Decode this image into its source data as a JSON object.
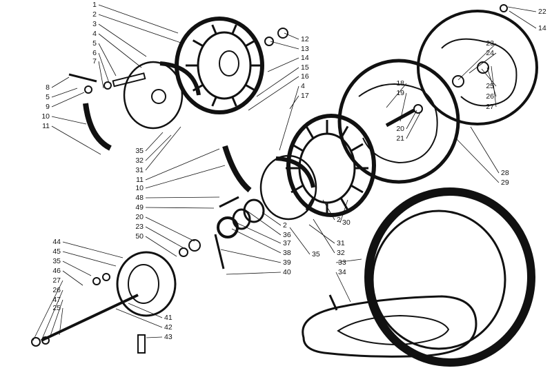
{
  "callouts": [
    {
      "id": "c1",
      "text": "1"
    },
    {
      "id": "c2",
      "text": "2"
    },
    {
      "id": "c3",
      "text": "3"
    },
    {
      "id": "c4",
      "text": "4"
    },
    {
      "id": "c5",
      "text": "5"
    },
    {
      "id": "c6",
      "text": "6"
    },
    {
      "id": "c7",
      "text": "7"
    },
    {
      "id": "c8",
      "text": "8"
    },
    {
      "id": "c5b",
      "text": "5"
    },
    {
      "id": "c9",
      "text": "9"
    },
    {
      "id": "c10",
      "text": "10"
    },
    {
      "id": "c11",
      "text": "11"
    },
    {
      "id": "c12",
      "text": "12"
    },
    {
      "id": "c13",
      "text": "13"
    },
    {
      "id": "c14",
      "text": "14"
    },
    {
      "id": "c15",
      "text": "15"
    },
    {
      "id": "c16",
      "text": "16"
    },
    {
      "id": "c4b",
      "text": "4"
    },
    {
      "id": "c17",
      "text": "17"
    },
    {
      "id": "c22",
      "text": "22"
    },
    {
      "id": "c14b",
      "text": "14"
    },
    {
      "id": "c23",
      "text": "23"
    },
    {
      "id": "c24",
      "text": "24"
    },
    {
      "id": "c25",
      "text": "25"
    },
    {
      "id": "c26",
      "text": "26"
    },
    {
      "id": "c27",
      "text": "27"
    },
    {
      "id": "c18",
      "text": "18"
    },
    {
      "id": "c19",
      "text": "19"
    },
    {
      "id": "c20",
      "text": "20"
    },
    {
      "id": "c21",
      "text": "21"
    },
    {
      "id": "c28",
      "text": "28"
    },
    {
      "id": "c29",
      "text": "29"
    },
    {
      "id": "c35",
      "text": "35"
    },
    {
      "id": "c32",
      "text": "32"
    },
    {
      "id": "c31",
      "text": "31"
    },
    {
      "id": "c11b",
      "text": "11"
    },
    {
      "id": "c10b",
      "text": "10"
    },
    {
      "id": "c48",
      "text": "48"
    },
    {
      "id": "c49",
      "text": "49"
    },
    {
      "id": "c20b",
      "text": "20"
    },
    {
      "id": "c23b",
      "text": "23"
    },
    {
      "id": "c50",
      "text": "50"
    },
    {
      "id": "c2b",
      "text": "2"
    },
    {
      "id": "c36",
      "text": "36"
    },
    {
      "id": "c37",
      "text": "37"
    },
    {
      "id": "c38",
      "text": "38"
    },
    {
      "id": "c39",
      "text": "39"
    },
    {
      "id": "c40",
      "text": "40"
    },
    {
      "id": "c30",
      "text": "30"
    },
    {
      "id": "c2c",
      "text": "2"
    },
    {
      "id": "c31b",
      "text": "31"
    },
    {
      "id": "c32b",
      "text": "32"
    },
    {
      "id": "c35b",
      "text": "35"
    },
    {
      "id": "c33",
      "text": "33"
    },
    {
      "id": "c34",
      "text": "34"
    },
    {
      "id": "c44",
      "text": "44"
    },
    {
      "id": "c45",
      "text": "45"
    },
    {
      "id": "c35c",
      "text": "35"
    },
    {
      "id": "c46",
      "text": "46"
    },
    {
      "id": "c27b",
      "text": "27"
    },
    {
      "id": "c26b",
      "text": "26"
    },
    {
      "id": "c47",
      "text": "47"
    },
    {
      "id": "c25b",
      "text": "25"
    },
    {
      "id": "c41",
      "text": "41"
    },
    {
      "id": "c42",
      "text": "42"
    },
    {
      "id": "c43",
      "text": "43"
    }
  ]
}
